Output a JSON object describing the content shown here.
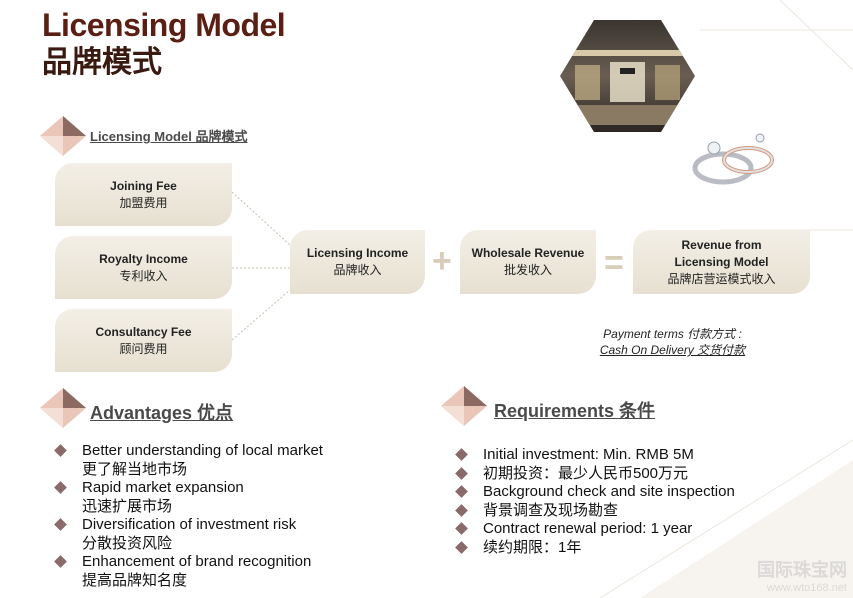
{
  "slide": {
    "title": "Licensing Model",
    "subtitle": "品牌模式"
  },
  "section": {
    "heading": "Licensing Model 品牌模式"
  },
  "fees": [
    {
      "en": "Joining Fee",
      "zh": "加盟费用"
    },
    {
      "en": "Royalty Income",
      "zh": "专利收入"
    },
    {
      "en": "Consultancy Fee",
      "zh": "顾问费用"
    }
  ],
  "flow": {
    "licensing_income": {
      "en": "Licensing Income",
      "zh": "品牌收入"
    },
    "plus": "+",
    "wholesale_revenue": {
      "en": "Wholesale Revenue",
      "zh": "批发收入"
    },
    "equals": "=",
    "revenue": {
      "en1": "Revenue from",
      "en2": "Licensing Model",
      "zh": "品牌店营运模式收入"
    }
  },
  "payment": {
    "line1": "Payment terms 付款方式 :",
    "line2": "Cash On Delivery 交货付款"
  },
  "advantages": {
    "heading": "Advantages 优点",
    "items": [
      {
        "en": "Better understanding of local market",
        "zh": "更了解当地市场"
      },
      {
        "en": "Rapid market expansion",
        "zh": "迅速扩展市场"
      },
      {
        "en": "Diversification of investment risk",
        "zh": "分散投资风险"
      },
      {
        "en": "Enhancement of brand recognition",
        "zh": "提高品牌知名度"
      }
    ]
  },
  "requirements": {
    "heading": "Requirements 条件",
    "items": [
      "Initial investment: Min. RMB 5M",
      "初期投资：最少人民币500万元",
      "Background check and site inspection",
      "背景调查及现场勘查",
      "Contract renewal period: 1 year",
      "续约期限：1年"
    ]
  },
  "watermark": {
    "line1": "国际珠宝网",
    "line2": "www.wto168.net"
  },
  "colors": {
    "title": "#5a1e12",
    "box": "#ece6da",
    "accent": "#8a6a6a"
  }
}
